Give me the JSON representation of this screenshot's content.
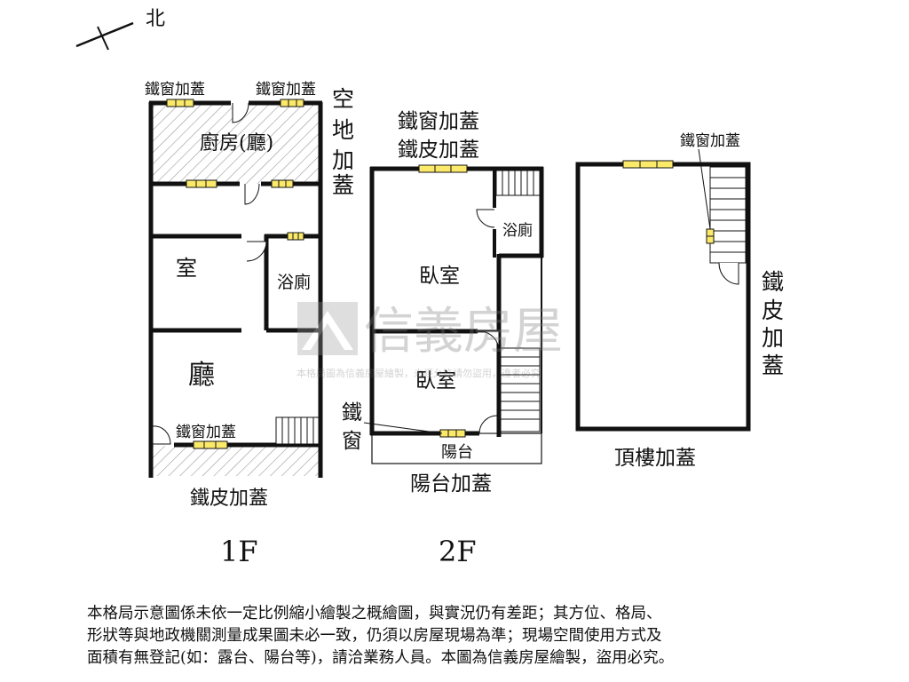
{
  "compass": {
    "north_label": "北"
  },
  "floor_1": {
    "label": "1F",
    "win_top_left": "鐵窗加蓋",
    "win_top_right": "鐵窗加蓋",
    "side_note": "空地加蓋",
    "kitchen": "廚房(廳)",
    "room": "室",
    "bath": "浴廁",
    "living": "廳",
    "win_bottom": "鐵窗加蓋",
    "bottom_note": "鐵皮加蓋"
  },
  "floor_2": {
    "label": "2F",
    "top_note_1": "鐵窗加蓋",
    "top_note_2": "鐵皮加蓋",
    "bath": "浴廁",
    "bedroom_1": "臥室",
    "bedroom_2": "臥室",
    "side_note": "鐵窗",
    "balcony": "陽台",
    "bottom_note": "陽台加蓋"
  },
  "roof": {
    "win_note": "鐵窗加蓋",
    "side_note": "鐵皮加蓋",
    "bottom_note": "頂樓加蓋"
  },
  "watermark": {
    "brand": "信義房屋",
    "fine_print": "本格局圖為信義房屋繪製，未經允許請勿盜用，違者必究"
  },
  "disclaimer": [
    "本格局示意圖係未依一定比例縮小繪製之概繪圖，與實況仍有差距；其方位、格局、",
    "形狀等與地政機關測量成果圖未必一致，仍須以房屋現場為準；現場空間使用方式及",
    "面積有無登記(如：露台、陽台等)，請洽業務人員。本圖為信義房屋繪製，盜用必究。"
  ]
}
